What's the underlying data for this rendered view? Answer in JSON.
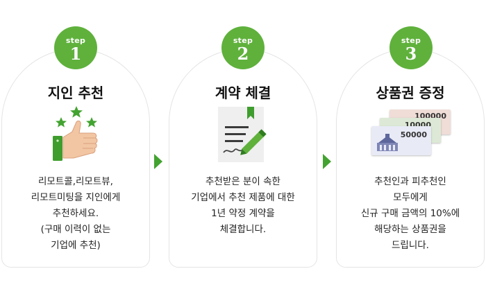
{
  "steps": [
    {
      "step_label": "step",
      "number": "1",
      "title": "지인 추천",
      "description": [
        "리모트콜,리모트뷰,",
        "리모트미팅을 지인에게",
        "추천하세요.",
        "(구매 이력이 없는",
        "기업에 추천)"
      ]
    },
    {
      "step_label": "step",
      "number": "2",
      "title": "계약 체결",
      "description": [
        "추천받은 분이 속한",
        "기업에서 추천 제품에 대한",
        "1년 약정 계약을",
        "체결합니다."
      ]
    },
    {
      "step_label": "step",
      "number": "3",
      "title": "상품권 증정",
      "description": [
        "추천인과 피추천인",
        "모두에게",
        "신규 구매 금액의 10%에",
        "해당하는 상품권을",
        "드립니다."
      ]
    }
  ],
  "vouchers": {
    "top": "100000",
    "middle": "10000",
    "front": "50000"
  },
  "icons": [
    "thumbs-up-stars-icon",
    "contract-pen-icon",
    "gift-voucher-icon",
    "chevron-right-icon"
  ],
  "colors": {
    "accent": "#5fb13c",
    "arrow": "#43a331",
    "card_border": "#e4e4e4"
  }
}
